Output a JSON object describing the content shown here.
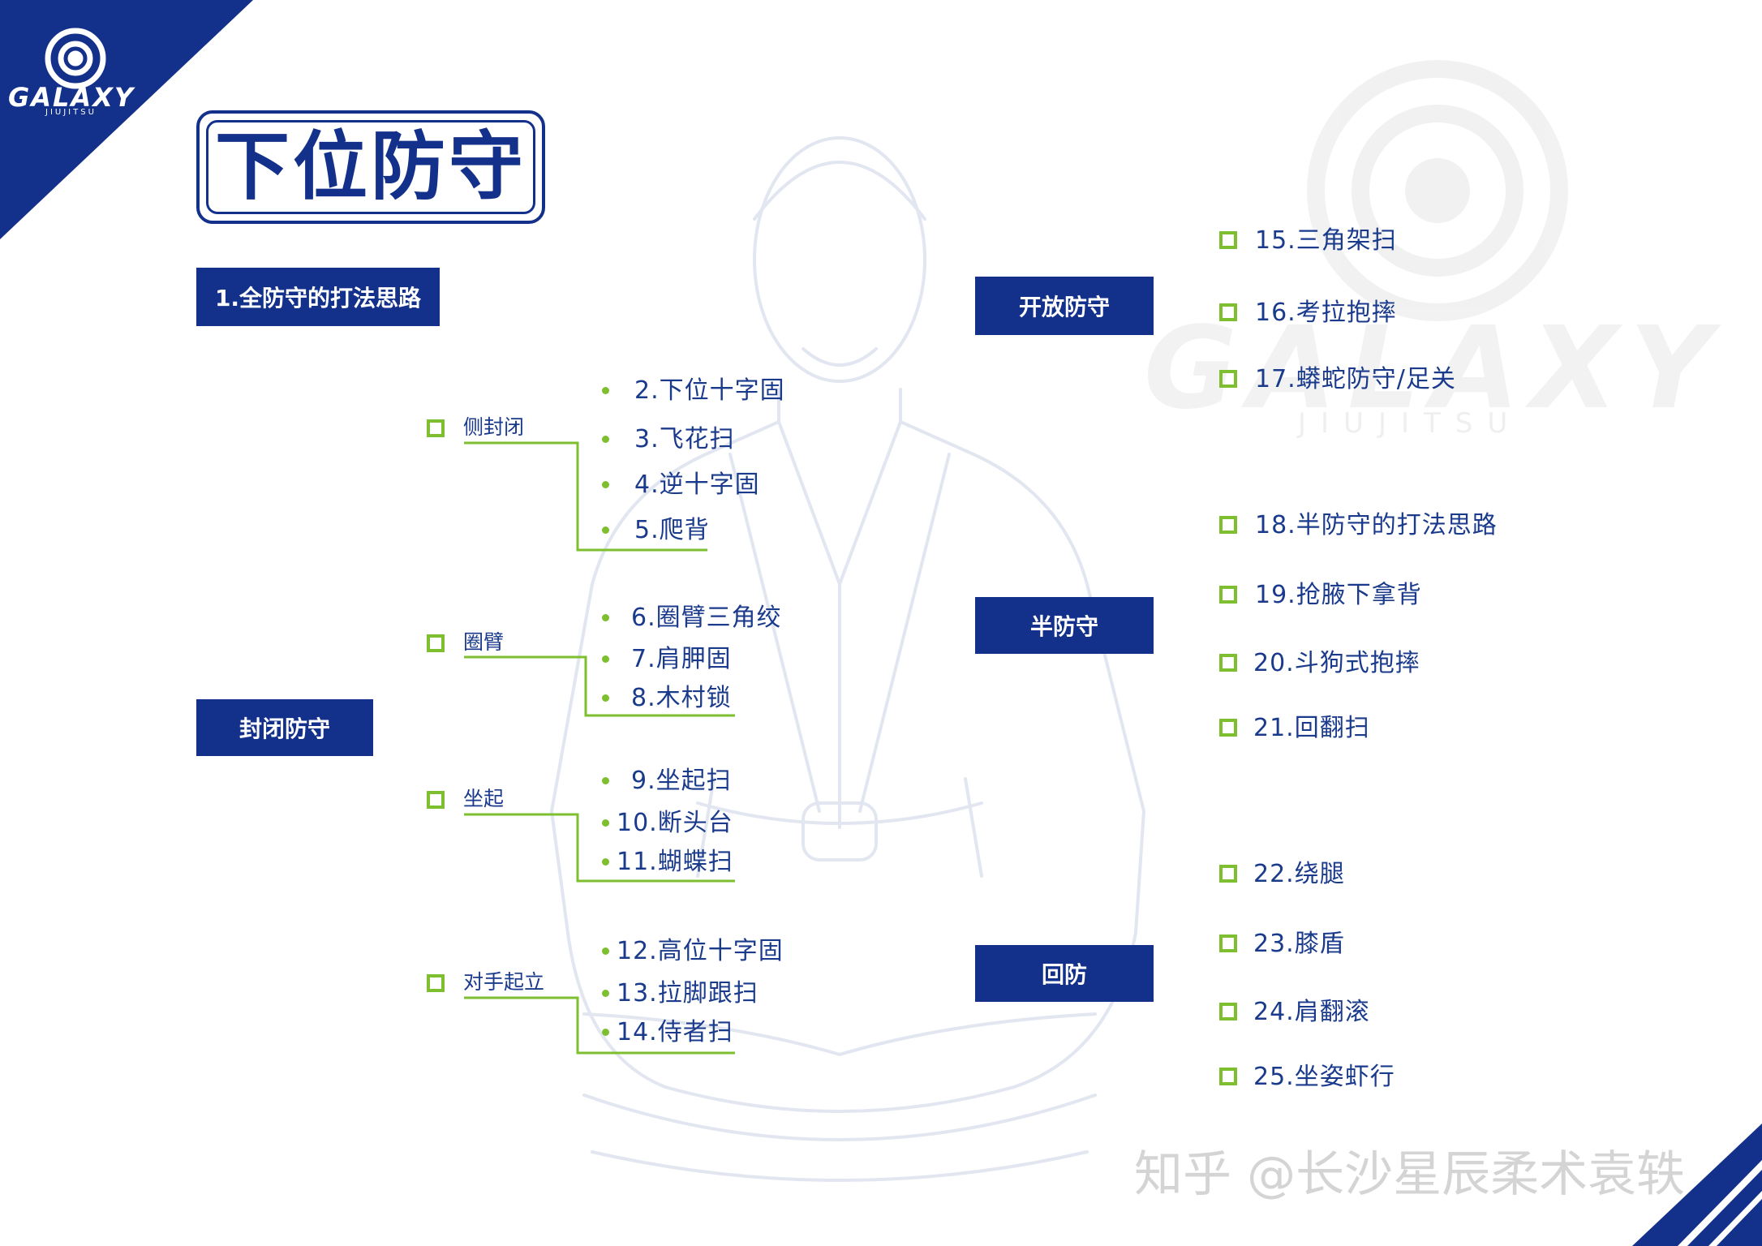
{
  "brand": {
    "name": "GALAXY",
    "sub": "JIUJITSU"
  },
  "title": "下位防守",
  "header_box": "1.全防守的打法思路",
  "closed_guard": {
    "label": "封闭防守",
    "groups": [
      {
        "label": "侧封闭",
        "items": [
          "2.下位十字固",
          "3.飞花扫",
          "4.逆十字固",
          "5.爬背"
        ]
      },
      {
        "label": "圈臂",
        "items": [
          "6.圈臂三角绞",
          "7.肩胛固",
          "8.木村锁"
        ]
      },
      {
        "label": "坐起",
        "items": [
          "9.坐起扫",
          "10.断头台",
          "11.蝴蝶扫"
        ]
      },
      {
        "label": "对手起立",
        "items": [
          "12.高位十字固",
          "13.拉脚跟扫",
          "14.侍者扫"
        ]
      }
    ]
  },
  "right_groups": [
    {
      "label": "开放防守",
      "items": [
        "15.三角架扫",
        "16.考拉抱摔",
        "17.蟒蛇防守/足关"
      ]
    },
    {
      "label": "半防守",
      "items": [
        "18.半防守的打法思路",
        "19.抢腋下拿背",
        "20.斗狗式抱摔",
        "21.回翻扫"
      ]
    },
    {
      "label": "回防",
      "items": [
        "22.绕腿",
        "23.膝盾",
        "24.肩翻滚",
        "25.坐姿虾行"
      ]
    }
  ],
  "watermark": "知乎 @长沙星辰柔术袁轶",
  "colors": {
    "navy": "#13318a",
    "green": "#7dbf2f",
    "text": "#1a3a8c"
  }
}
